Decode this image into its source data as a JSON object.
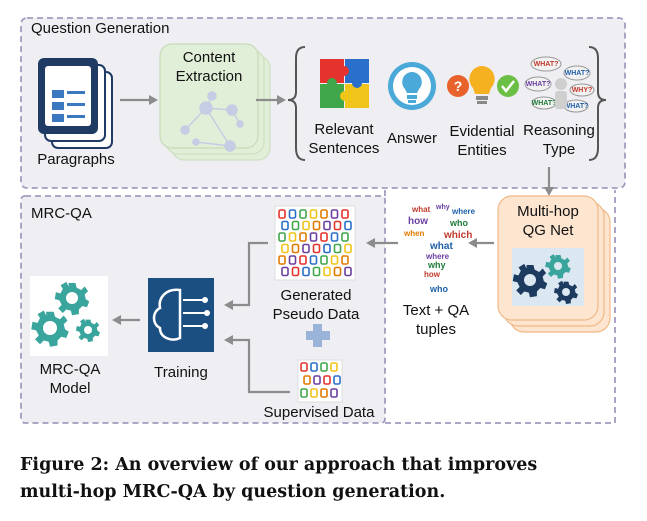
{
  "sections": {
    "question_generation": "Question Generation",
    "mrc_qa": "MRC-QA"
  },
  "nodes": {
    "paragraphs": "Paragraphs",
    "content_extraction": [
      "Content",
      "Extraction"
    ],
    "relevant_sentences": [
      "Relevant",
      "Sentences"
    ],
    "answer": "Answer",
    "evidential_entities": [
      "Evidential",
      "Entities"
    ],
    "reasoning_type": [
      "Reasoning",
      "Type"
    ],
    "multihop_qg_net": [
      "Multi-hop",
      "QG Net"
    ],
    "text_qa_tuples": [
      "Text + QA",
      "tuples"
    ],
    "generated_pseudo_data": [
      "Generated",
      "Pseudo Data"
    ],
    "supervised_data": "Supervised Data",
    "training": "Training",
    "mrc_qa_model": [
      "MRC-QA",
      "Model"
    ]
  },
  "reasoning_bubble_words": [
    "WHAT?",
    "WHAT?",
    "WHAT?",
    "WHY?",
    "WHAT?",
    "WHAT?"
  ],
  "word_cloud": [
    "what",
    "why",
    "where",
    "how",
    "who",
    "when",
    "which"
  ],
  "colors": {
    "region_fill": "#eeeef3",
    "region_border": "#a39bbd",
    "arrow": "#8c8c8c",
    "extraction_fill": "#e2efd8",
    "qgnet_fill": "#fde5cf",
    "qgnet_border": "#f0b988",
    "gear_blue": "#1d3a5f",
    "gear_teal": "#3aa59d",
    "plus": "#9ab3d9",
    "training_icon": "#1b4f82"
  },
  "caption": {
    "line1": "Figure 2: An overview of our approach that improves",
    "line2": "multi-hop MRC-QA by question generation."
  }
}
